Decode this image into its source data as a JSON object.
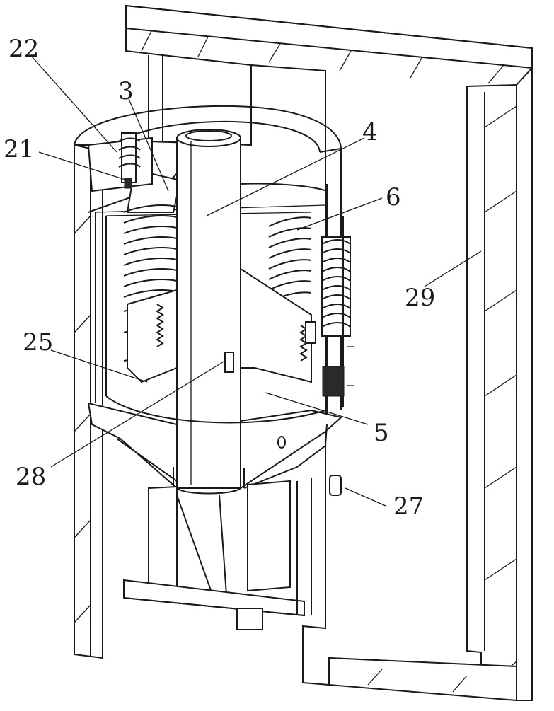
{
  "callouts": [
    {
      "id": "22",
      "text": "22"
    },
    {
      "id": "3",
      "text": "3"
    },
    {
      "id": "21",
      "text": "21"
    },
    {
      "id": "4",
      "text": "4"
    },
    {
      "id": "6",
      "text": "6"
    },
    {
      "id": "29",
      "text": "29"
    },
    {
      "id": "25",
      "text": "25"
    },
    {
      "id": "5",
      "text": "5"
    },
    {
      "id": "28",
      "text": "28"
    },
    {
      "id": "27",
      "text": "27"
    }
  ]
}
